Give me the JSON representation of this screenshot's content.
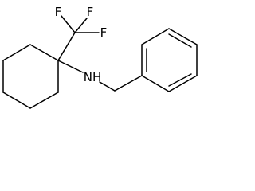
{
  "molecule": {
    "atoms": {
      "fluorine_1": "F",
      "fluorine_2": "F",
      "fluorine_3": "F",
      "amine": "NH"
    },
    "colors": {
      "bond": "#000000",
      "label": "#000000",
      "background": "#ffffff"
    }
  }
}
